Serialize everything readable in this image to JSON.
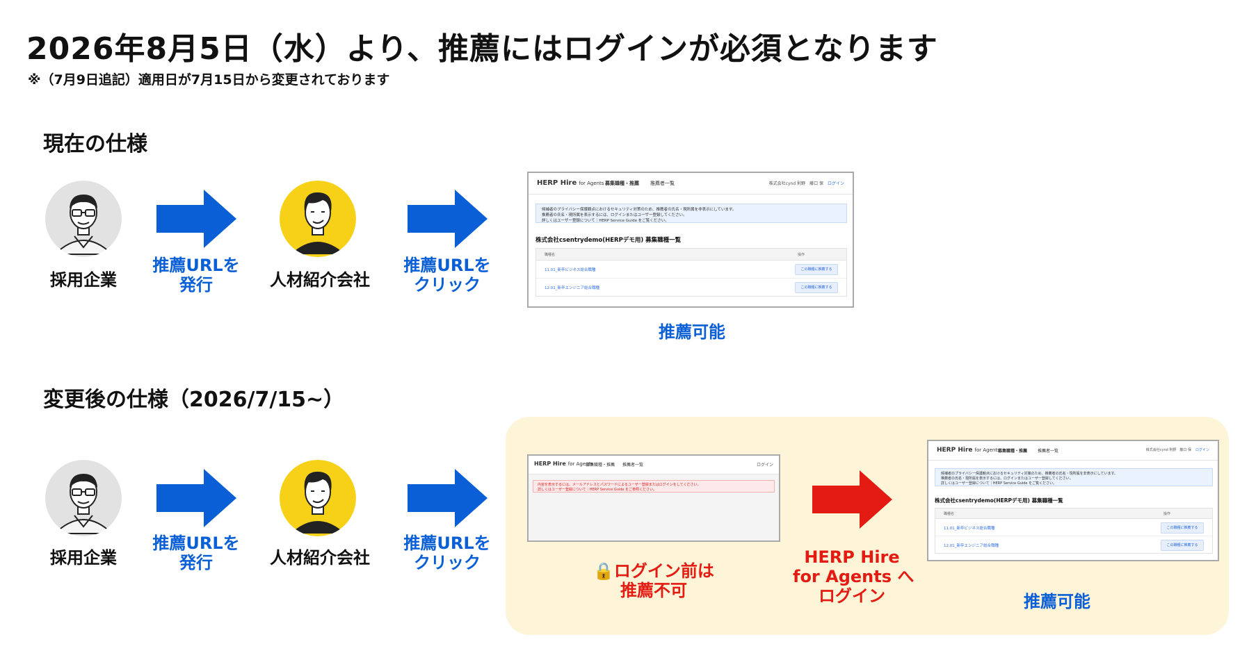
{
  "header": {
    "title": "2026年8月5日（水）より、推薦にはログインが必須となります",
    "note": "※（7月9日追記）適用日が7月15日から変更されております"
  },
  "current": {
    "section_title": "現在の仕様",
    "company_label": "採用企業",
    "step1_lines": [
      "推薦URLを",
      "発行"
    ],
    "agency_label": "人材紹介会社",
    "step2_lines": [
      "推薦URLを",
      "クリック"
    ],
    "result_label": "推薦可能"
  },
  "changed": {
    "section_title": "変更後の仕様（2026/7/15~）",
    "company_label": "採用企業",
    "step1_lines": [
      "推薦URLを",
      "発行"
    ],
    "agency_label": "人材紹介会社",
    "step2_lines": [
      "推薦URLを",
      "クリック"
    ],
    "blocked_lines": [
      "🔒ログイン前は",
      "推薦不可"
    ],
    "login_lines": [
      "HERP Hire",
      "for Agents へ",
      "ログイン"
    ],
    "result_label": "推薦可能"
  },
  "screenshot": {
    "brand": "HERP Hire",
    "brand_sub": "for Agents",
    "nav_jobs": "募集職種・推薦",
    "nav_candidates": "推薦者一覧",
    "account": "株式会社cynd 則野　藤口 保",
    "login_link": "ログイン",
    "info_lines": [
      "候補者のプライバシー保護観点におけるセキュリティ対策のため、推薦者の氏名・現所属を非表示にしています。",
      "推薦者の氏名・現所属を表示するには、ログインまたはユーザー登録してください。",
      "詳しくはユーザー登録について｜HERP Service Guide をご覧ください。"
    ],
    "error_lines": [
      "内容を表示するには、メールアドレスとパスワードによるユーザー登録またはログインをしてください。",
      "詳しくはユーザー登録について｜HERP Service Guide をご参照ください。"
    ],
    "list_title": "株式会社csentrydemo(HERPデモ用) 募集職種一覧",
    "col_job": "職種名",
    "col_action": "操作",
    "jobs": [
      "11.01_新卒ビジネス総合職種",
      "12.01_新卒エンジニア総合職種"
    ],
    "recommend_button": "この職種に推薦する"
  },
  "colors": {
    "accent_blue": "#0a5fd6",
    "alert_red": "#e31b12",
    "highlight_bg": "#fef4d7",
    "agency_avatar": "#f7d117"
  }
}
